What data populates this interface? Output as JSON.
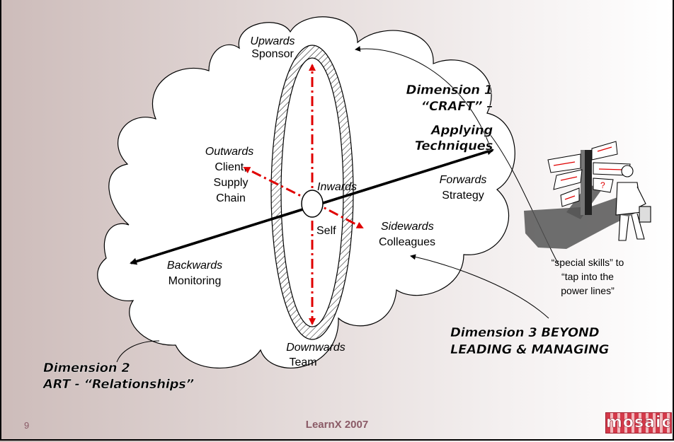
{
  "labels": {
    "upwards": "Upwards",
    "sponsor": "Sponsor",
    "outwards": "Outwards",
    "client": "Client,",
    "supply": "Supply",
    "chain": "Chain",
    "inwards": "Inwards",
    "self": "Self",
    "forwards": "Forwards",
    "strategy": "Strategy",
    "sidewards": "Sidewards",
    "colleagues": "Colleagues",
    "backwards": "Backwards",
    "monitoring": "Monitoring",
    "downwards": "Downwards",
    "team": "Team"
  },
  "dimensions": {
    "d1_line1": "Dimension 1",
    "d1_line2": "“CRAFT” –",
    "d1_line3": "Applying",
    "d1_line4": "Techniques",
    "d2_line1": "Dimension 2",
    "d2_line2": "ART - “Relationships”",
    "d3_line1": "Dimension 3 BEYOND",
    "d3_line2": "LEADING & MANAGING"
  },
  "special_skills": {
    "line1": "“special skills” to",
    "line2": "“tap into the",
    "line3": "power lines”"
  },
  "footer": {
    "page_number": "9",
    "title": "LearnX 2007",
    "logo_text": "mosaic"
  },
  "colors": {
    "red_axes": "#e00000",
    "logo": "#d43a4a",
    "footer_text": "#8a5a66"
  }
}
